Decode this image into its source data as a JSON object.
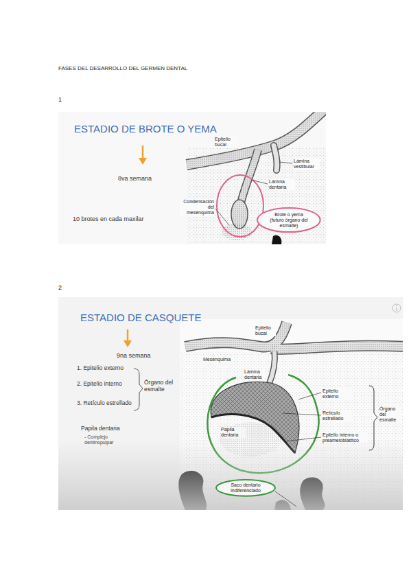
{
  "diagram": {
    "title": "FASES DEL DESARROLLO DEL GERMEN DENTAL",
    "nodes": [
      {
        "text": [
          "Brote o yema (futuro órgano del esmalte)"
        ]
      },
      {
        "text": [
          "Saco dentario indiferenciado"
        ]
      }
    ],
    "labels": [
      "1",
      "ESTADIO DE BROTE O YEMA",
      "8va semana",
      "10 brotes en cada maxilar",
      "Epitelio bucal",
      "Lámina vestibular",
      "Lámina dentaria",
      "Condensación del mesénquima",
      "2",
      "ESTADIO DE CASQUETE",
      "9na semana",
      "1. Epitelio externo",
      "2. Epitelio interno",
      "3. Retículo estrellado",
      "Órgano del esmalte",
      "Papila dentaria",
      "- Complejo dentinopulpar",
      "Epitelio bucal",
      "Mesénquima",
      "Lámina dentaria",
      "Epitelio externo",
      "Retículo estrellado",
      "Epitelio interno o preameloblástico",
      "Órgano del esmalte",
      "Papila dentaria"
    ]
  }
}
